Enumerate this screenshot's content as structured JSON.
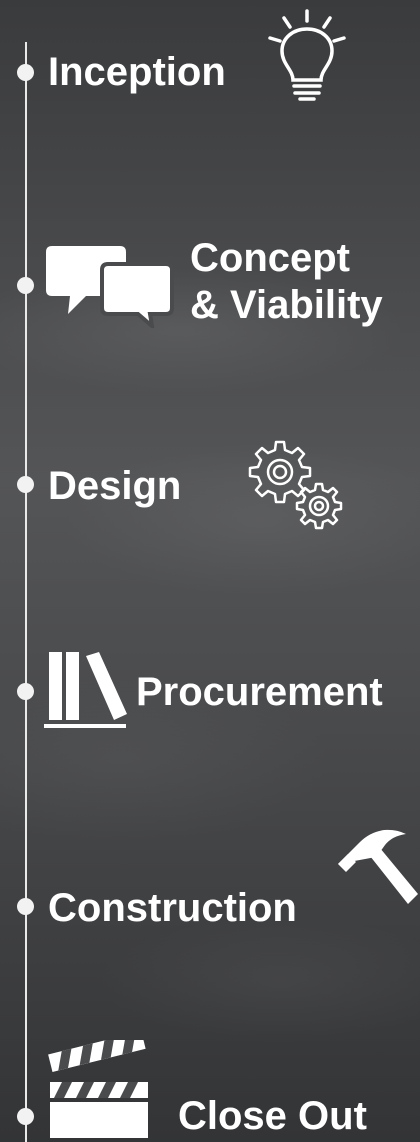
{
  "timeline": {
    "stages": [
      {
        "label": "Inception",
        "icon": "lightbulb-icon"
      },
      {
        "label_line1": "Concept",
        "label_line2": "& Viability",
        "icon": "speech-bubbles-icon"
      },
      {
        "label": "Design",
        "icon": "gears-icon"
      },
      {
        "label": "Procurement",
        "icon": "books-icon"
      },
      {
        "label": "Construction",
        "icon": "hammer-icon"
      },
      {
        "label": "Close Out",
        "icon": "clapperboard-icon"
      }
    ]
  },
  "colors": {
    "text": "#ffffff",
    "line": "#e9e9e9",
    "background": "#4a4b4d"
  }
}
